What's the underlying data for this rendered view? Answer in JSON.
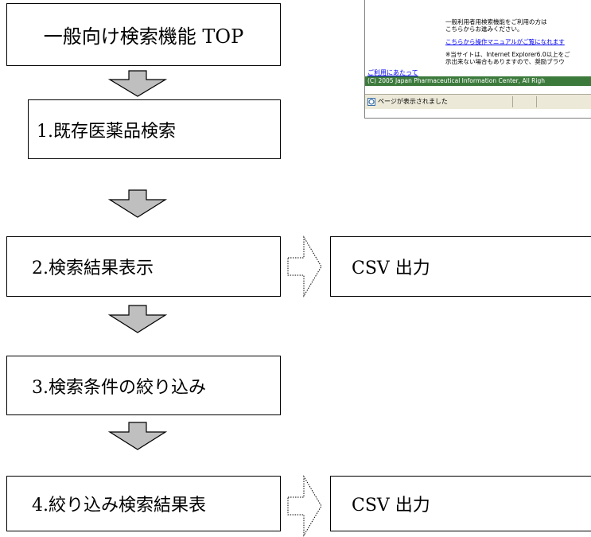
{
  "flow": {
    "step_top": "一般向け検索機能 TOP",
    "step_1": "1.既存医薬品検索",
    "step_2": "2.検索結果表示",
    "step_3": "3.検索条件の絞り込み",
    "step_4": "4.絞り込み検索結果表",
    "csv_1": "CSV 出力",
    "csv_2": "CSV 出力"
  },
  "browser": {
    "line_1": "一般利用者用検索機能をご利用の方は",
    "line_2": "こちらからお進みください。",
    "manual_link": "こちらから操作マニュアルがご覧になれます",
    "note_1": "※当サイトは、Internet Explorer6.0以上をご",
    "note_2": "示出来ない場合もありますので、奨励ブラウ",
    "footer_link": "ご利用にあたって",
    "copyright": "(C) 2005 Japan Pharmaceutical Information Center, All Righ",
    "status": "ページが表示されました"
  },
  "colors": {
    "arrow_fill": "#bfbfbf",
    "copyright_bar": "#3c7a3c"
  }
}
